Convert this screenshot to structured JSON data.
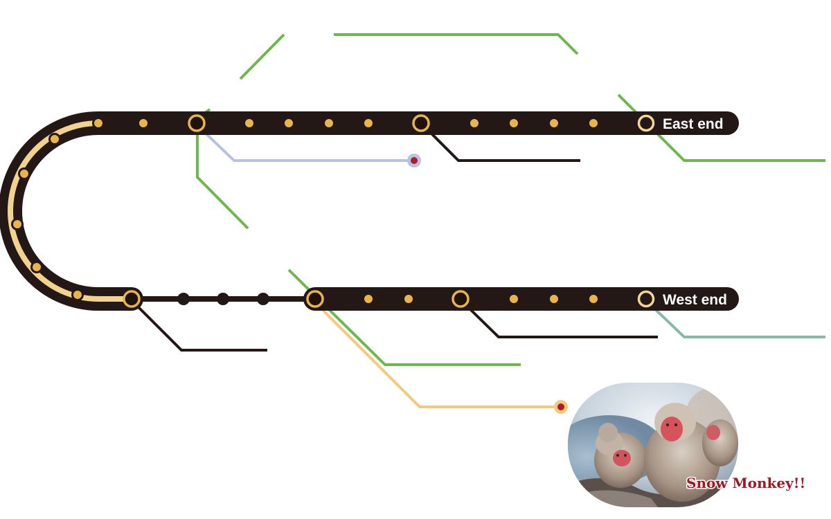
{
  "terminals": {
    "east": {
      "label": "East end"
    },
    "west": {
      "label": "West end"
    }
  },
  "photo": {
    "caption": "Snow Monkey!!"
  },
  "colors": {
    "track_outer": "#231815",
    "track_inner_light": "#f4d694",
    "track_inner_dark": "#c8901a",
    "station_fill": "#e9b54a",
    "major_station_fill": "#1f120c",
    "leader_dark": "#231815",
    "leader_green": "#6cb84f",
    "leader_blue": "#b9c2e3",
    "leader_teal": "#86bba8",
    "leader_orange": "#f5c97c",
    "marker_red": "#b0192a"
  }
}
